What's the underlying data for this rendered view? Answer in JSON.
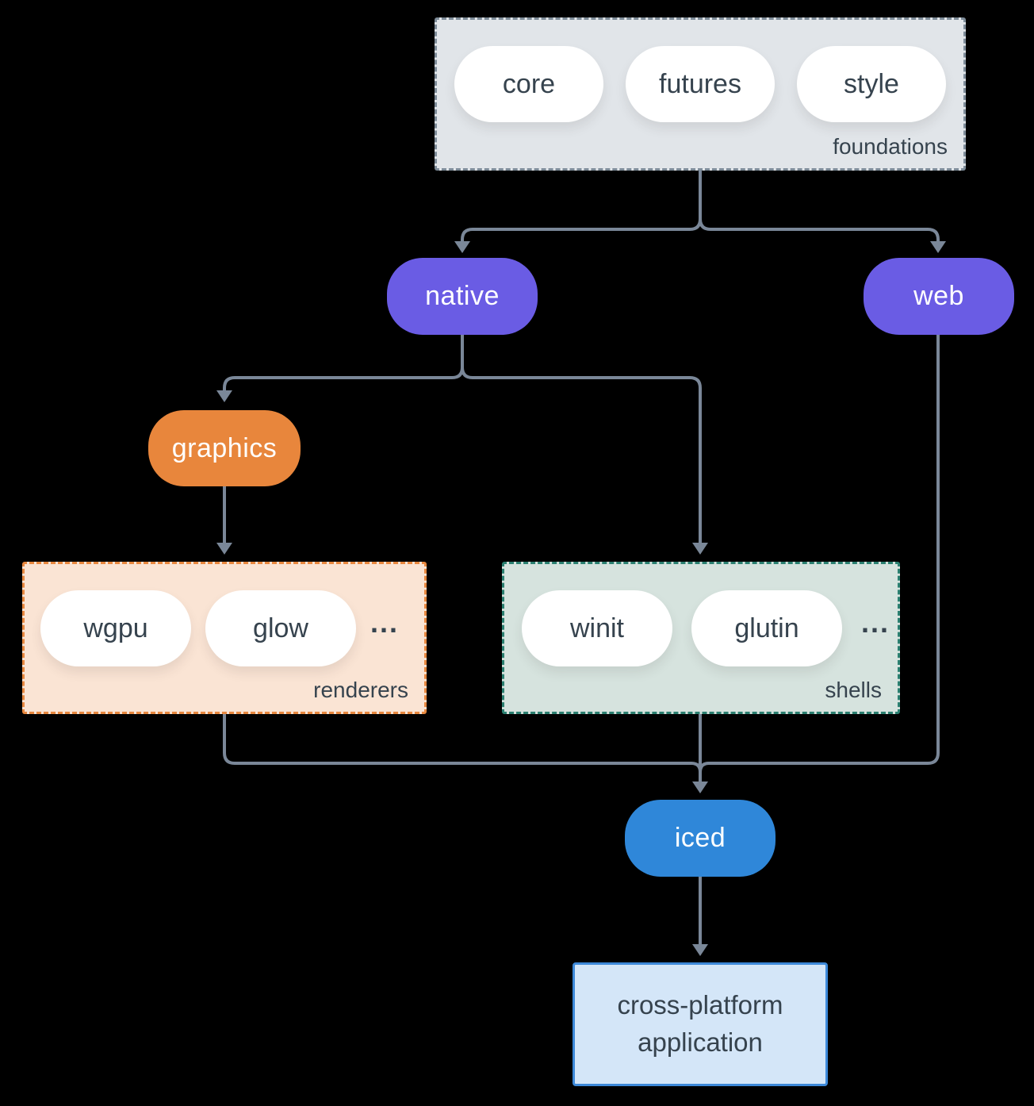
{
  "diagram": {
    "foundations": {
      "label": "foundations",
      "pills": [
        "core",
        "futures",
        "style"
      ]
    },
    "native": {
      "label": "native"
    },
    "web": {
      "label": "web"
    },
    "graphics": {
      "label": "graphics"
    },
    "renderers": {
      "label": "renderers",
      "pills": [
        "wgpu",
        "glow"
      ],
      "ellipsis": "..."
    },
    "shells": {
      "label": "shells",
      "pills": [
        "winit",
        "glutin"
      ],
      "ellipsis": "..."
    },
    "iced": {
      "label": "iced"
    },
    "application": {
      "label": "cross-platform application"
    },
    "colors": {
      "background": "#000000",
      "connector": "#7a8798",
      "foundations_fill": "#e1e5e9",
      "foundations_border": "#7e8c99",
      "purple_node": "#6a5ce4",
      "orange_node": "#e8863c",
      "renderers_fill": "#fae4d4",
      "renderers_border": "#e8883f",
      "shells_fill": "#d6e3de",
      "shells_border": "#2b8071",
      "iced_node": "#2f87d9",
      "app_fill": "#d4e6f8",
      "app_border": "#3d89d9",
      "text_dark": "#36434e",
      "text_light": "#ffffff"
    }
  }
}
